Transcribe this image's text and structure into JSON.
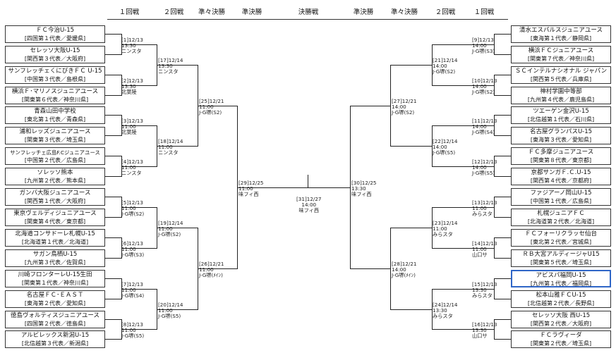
{
  "headers": [
    "１回戦",
    "２回戦",
    "準々決勝",
    "準決勝",
    "決勝戦",
    "準決勝",
    "準々決勝",
    "２回戦",
    "１回戦"
  ],
  "left_teams": [
    {
      "name": "ＦＣ今治U-15",
      "sub": "[四国第１代表／愛媛県]"
    },
    {
      "name": "セレッソ大阪U-15",
      "sub": "[関西第３代表／大阪府]"
    },
    {
      "name": "サンフレッチェくにびきＦＣ U-15",
      "sub": "[中国第３代表／島根県]"
    },
    {
      "name": "横浜Ｆ･マリノスジュニアユース",
      "sub": "[関東第６代表／神奈川県]"
    },
    {
      "name": "青森山田中学校",
      "sub": "[東北第１代表／青森県]"
    },
    {
      "name": "浦和レッズジュニアユース",
      "sub": "[関東第３代表／埼玉県]"
    },
    {
      "name": "サンフレッチェ広島F.Cジュニアユース",
      "sub": "[中国第２代表／広島県]"
    },
    {
      "name": "ソレッソ熊本",
      "sub": "[九州第２代表／熊本県]"
    },
    {
      "name": "ガンバ大阪ジュニアユース",
      "sub": "[関西第１代表／大阪府]"
    },
    {
      "name": "東京ヴェルディジュニアユース",
      "sub": "[関東第４代表／東京都]"
    },
    {
      "name": "北海道コンサドーレ札幌U-15",
      "sub": "[北海道第１代表／北海道]"
    },
    {
      "name": "サガン鳥栖U-15",
      "sub": "[九州第３代表／佐賀県]"
    },
    {
      "name": "川崎フロンターレU-15生田",
      "sub": "[関東第１代表／神奈川県]"
    },
    {
      "name": "名古屋ＦＣ･ＥＡＳＴ",
      "sub": "[東海第２代表／愛知県]"
    },
    {
      "name": "徳島ヴォルティスジュニアユース",
      "sub": "[四国第２代表／徳島県]"
    },
    {
      "name": "アルビレックス新潟U-15",
      "sub": "[北信越第３代表／新潟県]"
    }
  ],
  "right_teams": [
    {
      "name": "清水エスパルスジュニアユース",
      "sub": "[東海第１代表／静岡県]"
    },
    {
      "name": "横浜ＦＣジュニアユース",
      "sub": "[関東第７代表／神奈川県]"
    },
    {
      "name": "ＳＣインテルナシオナル ジャパン",
      "sub": "[関西第５代表／兵庫県]"
    },
    {
      "name": "神村学園中等部",
      "sub": "[九州第４代表／鹿児島県]"
    },
    {
      "name": "ツエーゲン金沢U-15",
      "sub": "[北信越第１代表／石川県]"
    },
    {
      "name": "名古屋グランパスU-15",
      "sub": "[東海第３代表／愛知県]"
    },
    {
      "name": "ＦＣ多摩ジュニアユース",
      "sub": "[関東第８代表／東京都]"
    },
    {
      "name": "京都サンガＦ.Ｃ.U-15",
      "sub": "[関西第４代表／京都府]"
    },
    {
      "name": "ファジアーノ岡山U-15",
      "sub": "[中国第１代表／広島県]"
    },
    {
      "name": "札幌ジュニアＦＣ",
      "sub": "[北海道第２代表／北海道]"
    },
    {
      "name": "ＦＣフォーリクラッセ仙台",
      "sub": "[東北第２代表／宮城県]"
    },
    {
      "name": "ＲＢ大宮アルディージャU15",
      "sub": "[関東第５代表／埼玉県]"
    },
    {
      "name": "アビスパ福岡U-15",
      "sub": "[九州第１代表／福岡県]"
    },
    {
      "name": "松本山雅ＦＣU-15",
      "sub": "[北信越第２代表／長野県]"
    },
    {
      "name": "セレッソ大阪 西U-15",
      "sub": "[関西第２代表／大阪府]"
    },
    {
      "name": "ＦＣラヴィーダ",
      "sub": "[関東第２代表／埼玉県]"
    }
  ],
  "left_r1": [
    "[1]12/13\n13:30\nニンスタ",
    "[2]12/13\n13:30\n北葉陵",
    "[3]12/13\n11:00\n北葉陵",
    "[4]12/13\n11:00\nニンスタ",
    "[5]12/13\n11:00\nJ-G堺(S2)",
    "[6]12/13\n11:00\nJ-G堺(S3)",
    "[7]12/13\n11:00\nJ-G堺(S4)",
    "[8]12/13\n11:00\nJ-G堺(S5)"
  ],
  "left_r2": [
    "[17]12/14\n13:30\nニンスタ",
    "[18]12/14\n11:00\nニンスタ",
    "[19]12/14\n11:00\nJ-G堺(S2)",
    "[20]12/14\n11:00\nJ-G堺(S5)"
  ],
  "left_qf": [
    "[25]12/21\n11:00\nJ-G堺(S2)",
    "[26]12/21\n11:00\nJ-G堺(ﾒｲﾝ)"
  ],
  "left_sf": "[29]12/25\n11:00\n味フィ西",
  "final": "[31]12/27\n14:00\n味フィ西",
  "right_sf": "[30]12/25\n13:30\n味フィ西",
  "right_qf": [
    "[27]12/21\n14:00\nJ-G堺(S2)",
    "[28]12/21\n14:00\nJ-G堺(ﾒｲﾝ)"
  ],
  "right_r2": [
    "[21]12/14\n14:00\nJ-G堺(S2)",
    "[22]12/14\n14:00\nJ-G堺(S5)",
    "[23]12/14\n11:00\nみらスタ",
    "[24]12/14\n13:30\nみらスタ"
  ],
  "right_r1": [
    "[9]12/13\n14:00\nJ-G堺(S3)",
    "[10]12/13\n14:00\nJ-G堺(S2)",
    "[11]12/13\n14:00\nJ-G堺(S4)",
    "[12]12/13\n14:00\nJ-G堺(S5)",
    "[13]12/13\n11:00\nみらスタ",
    "[14]12/13\n11:00\n山口サ",
    "[15]12/13\n13:30\nみらスタ",
    "[16]12/13\n13:30\n山口サ"
  ]
}
